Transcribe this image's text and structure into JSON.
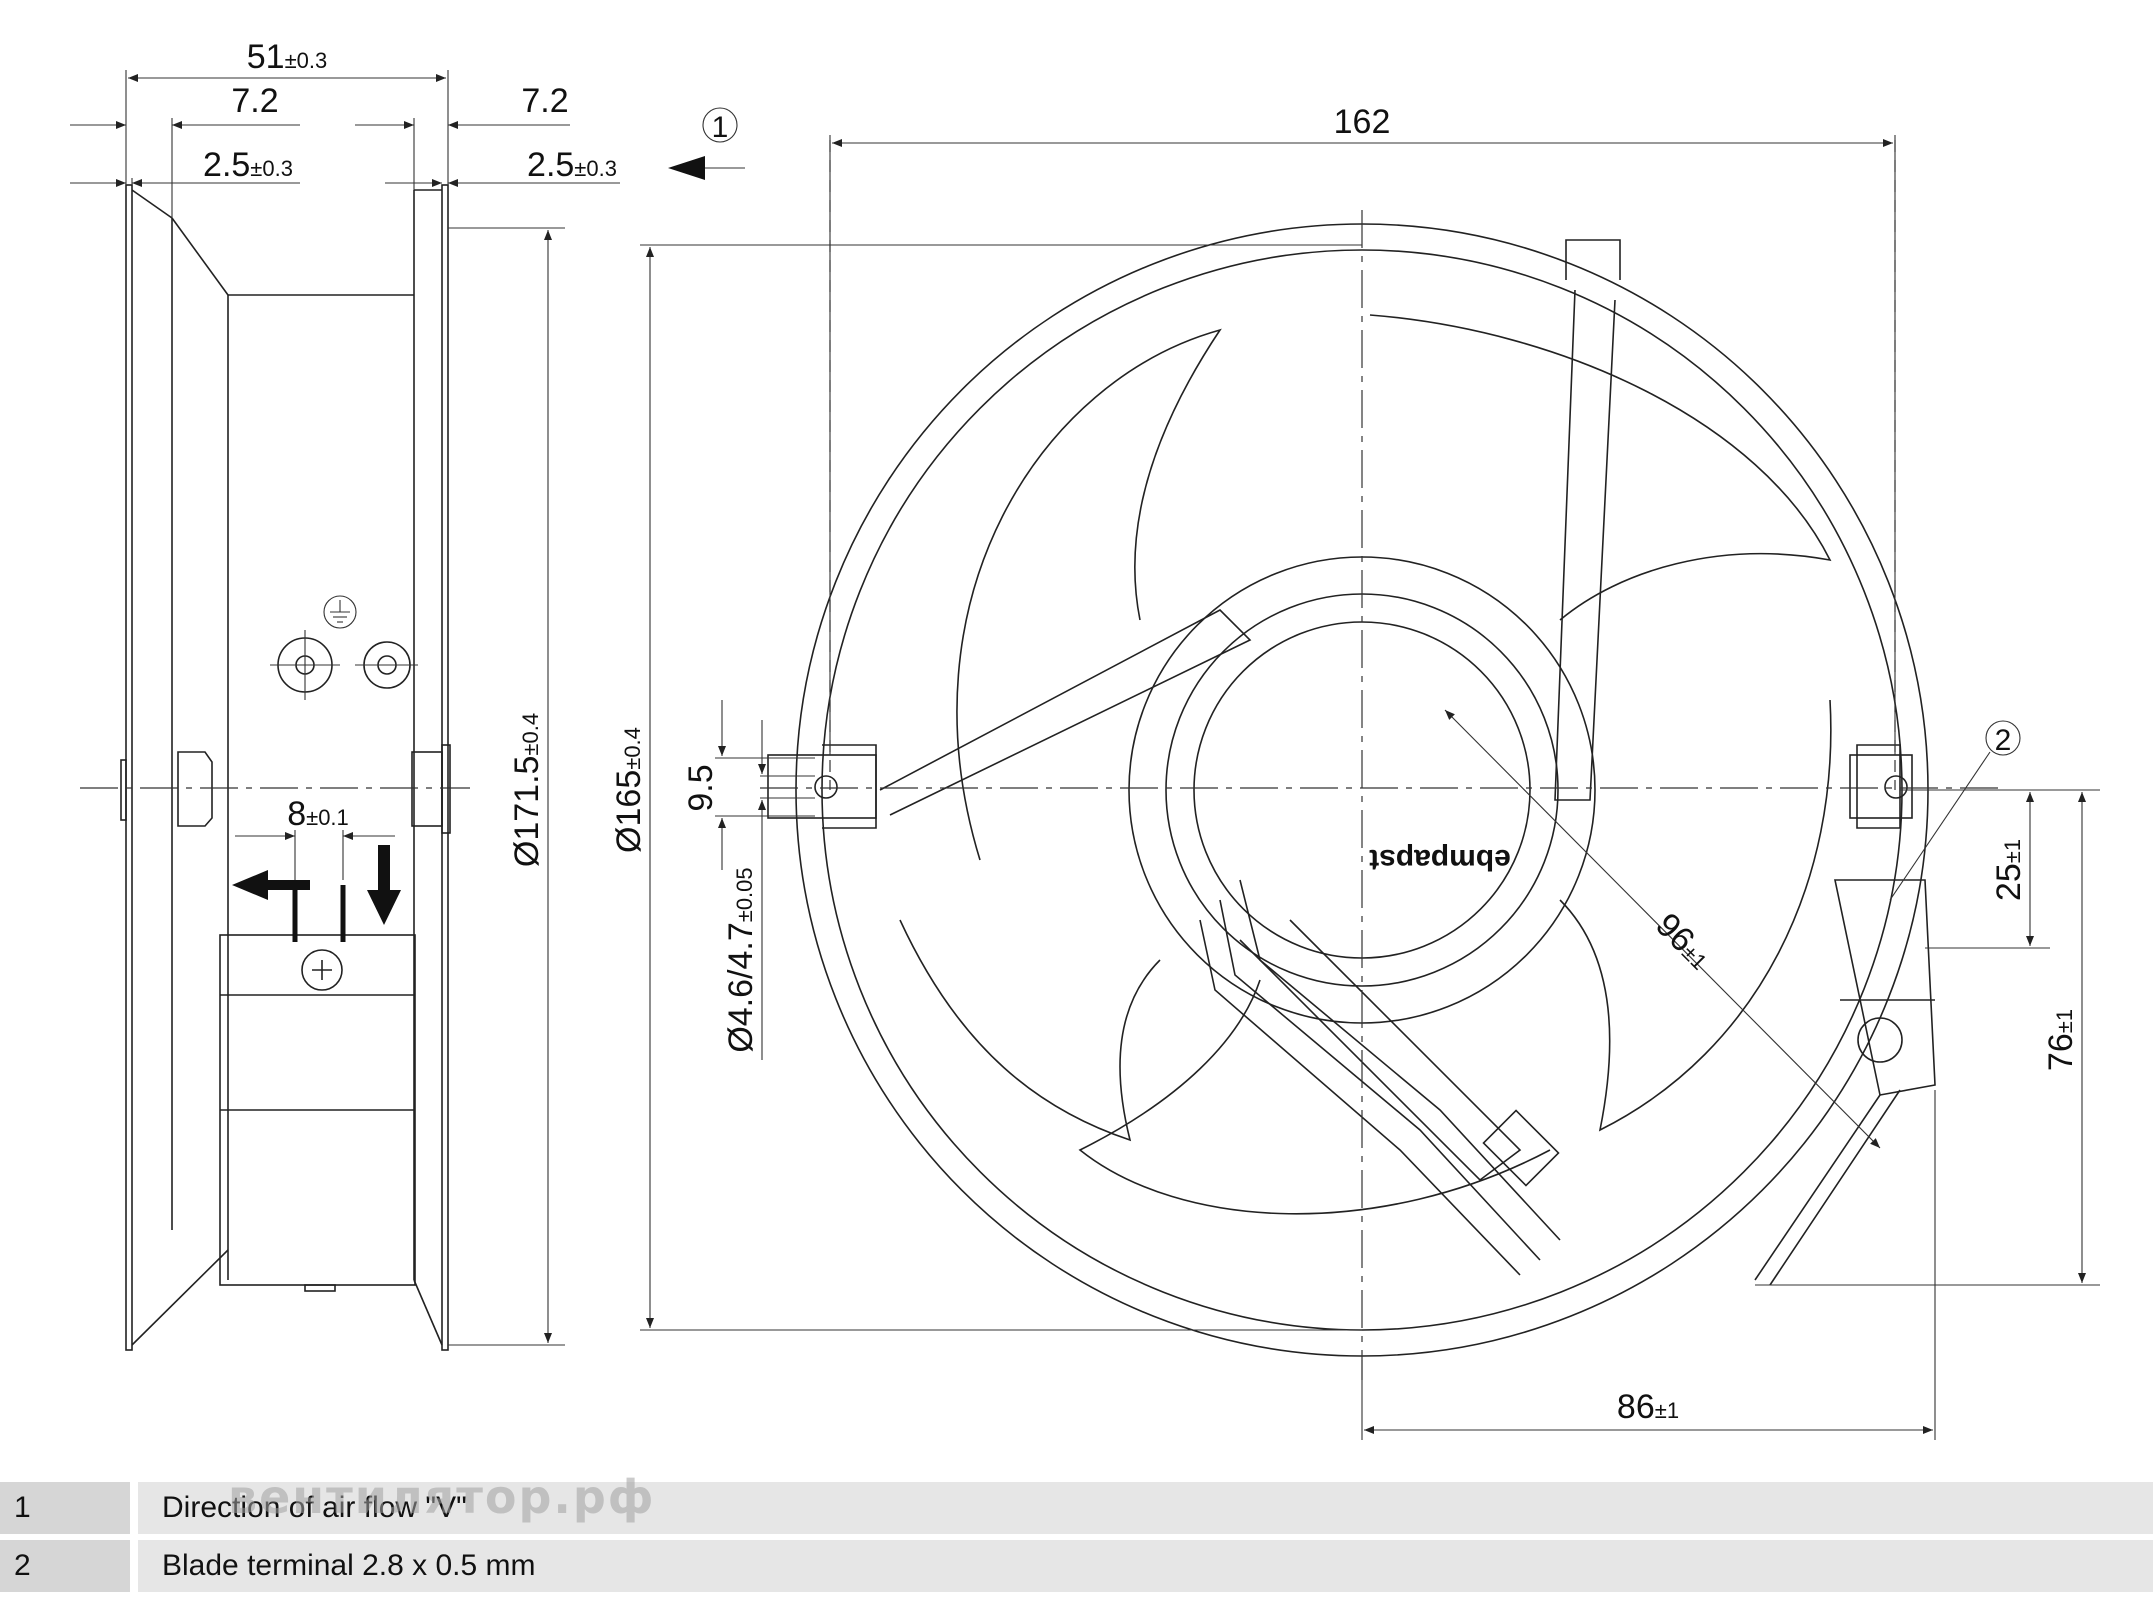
{
  "dimensions": {
    "side_width": {
      "value": "51",
      "tol": "±0.3"
    },
    "side_left_flange": "7.2",
    "side_right_flange": "7.2",
    "side_left_thickness": {
      "value": "2.5",
      "tol": "±0.3"
    },
    "side_right_thickness": {
      "value": "2.5",
      "tol": "±0.3"
    },
    "terminal_offset": {
      "value": "8",
      "tol": "±0.1"
    },
    "side_diameter": {
      "value": "Ø171.5",
      "tol": "±0.4"
    },
    "front_width": "162",
    "front_diameter": {
      "value": "Ø165",
      "tol": "±0.4"
    },
    "hole_spacing": "9.5",
    "hole_diameter": {
      "value": "Ø4.6/4.7",
      "tol": "±0.05"
    },
    "radius": {
      "value": "96",
      "tol": "±1"
    },
    "terminal_height": {
      "value": "25",
      "tol": "±1"
    },
    "box_height": {
      "value": "76",
      "tol": "±1"
    },
    "box_width": {
      "value": "86",
      "tol": "±1"
    }
  },
  "callouts": [
    "1",
    "2"
  ],
  "brand_label": "ebmpapst",
  "icons": [
    "earth-ground-icon",
    "airflow-arrow-icon",
    "screw-icon"
  ],
  "legend": [
    {
      "num": "1",
      "text": "Direction of air flow \"V\""
    },
    {
      "num": "2",
      "text": "Blade terminal 2.8 x 0.5 mm"
    }
  ],
  "watermark": "вентилятор.рф"
}
